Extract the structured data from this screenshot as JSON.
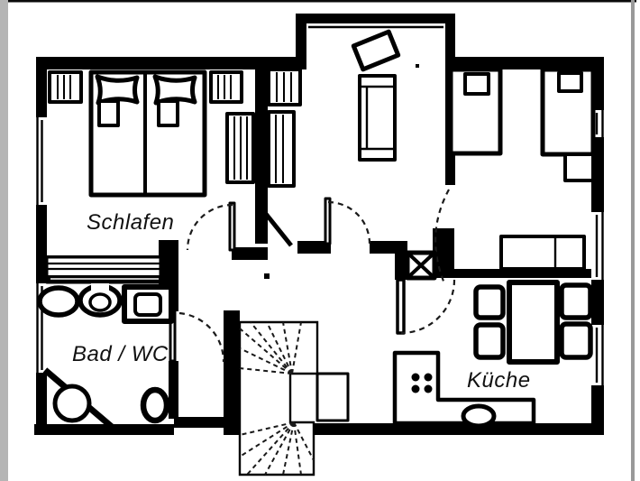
{
  "floorplan": {
    "type": "apartment-floor-plan",
    "rooms": [
      {
        "id": "schlafen",
        "label": "Schlafen"
      },
      {
        "id": "bad-wc",
        "label": "Bad / WC"
      },
      {
        "id": "kueche",
        "label": "Küche"
      }
    ],
    "colors": {
      "walls": "#000000",
      "background": "#ffffff",
      "frame_left": "#b5b5b5",
      "frame_right": "#999999",
      "frame_top": "#0a0a0a",
      "label": "#111111"
    },
    "symbols": [
      "double-bed",
      "pillow",
      "duvet-fold",
      "nightstand",
      "dresser",
      "wardrobe-shelf",
      "couch",
      "tilted-side-table",
      "single-bed",
      "bedside-table",
      "sideboard",
      "dining-table",
      "chair",
      "kitchen-counter",
      "stove-burners",
      "kitchen-sink",
      "installation-shaft",
      "washbasin",
      "toilet",
      "washing-machine",
      "corner-shower",
      "floor-toilet",
      "winder-staircase",
      "window",
      "door-swing"
    ]
  }
}
